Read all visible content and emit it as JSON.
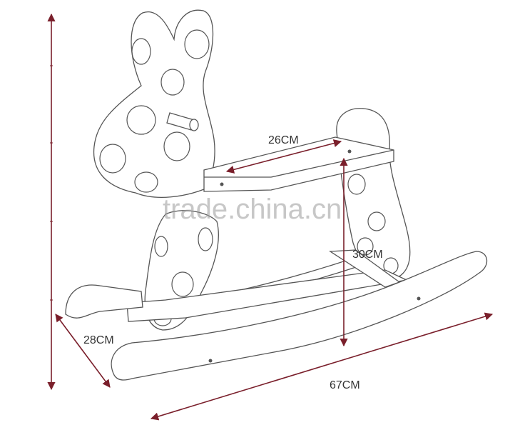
{
  "dimensions": {
    "seat_width": "26CM",
    "seat_height": "30CM",
    "depth": "28CM",
    "length": "67CM"
  },
  "watermark": "trade.china.cn",
  "colors": {
    "dimension_line": "#7a1f2b",
    "outline": "#555555",
    "label": "#333333"
  }
}
